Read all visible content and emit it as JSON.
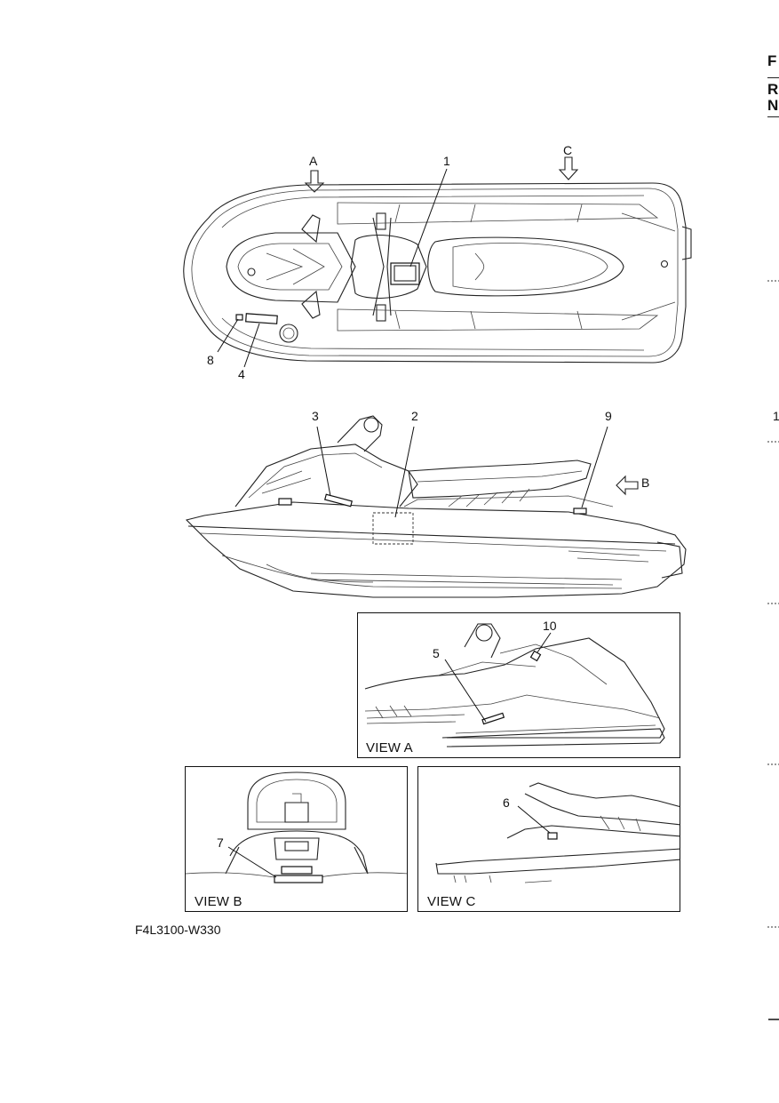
{
  "right_margin": {
    "letters": [
      "F",
      "R",
      "N"
    ],
    "page_fragment": "1"
  },
  "top_view": {
    "arrow_a": "A",
    "arrow_c": "C",
    "callouts": [
      "1",
      "8",
      "4"
    ]
  },
  "side_view": {
    "arrow_b": "B",
    "callouts": [
      "3",
      "2",
      "9"
    ]
  },
  "view_a": {
    "label": "VIEW A",
    "callouts": [
      "10",
      "5"
    ]
  },
  "view_b": {
    "label": "VIEW B",
    "callouts": [
      "7"
    ]
  },
  "view_c": {
    "label": "VIEW C",
    "callouts": [
      "6"
    ]
  },
  "figure_code": "F4L3100-W330"
}
